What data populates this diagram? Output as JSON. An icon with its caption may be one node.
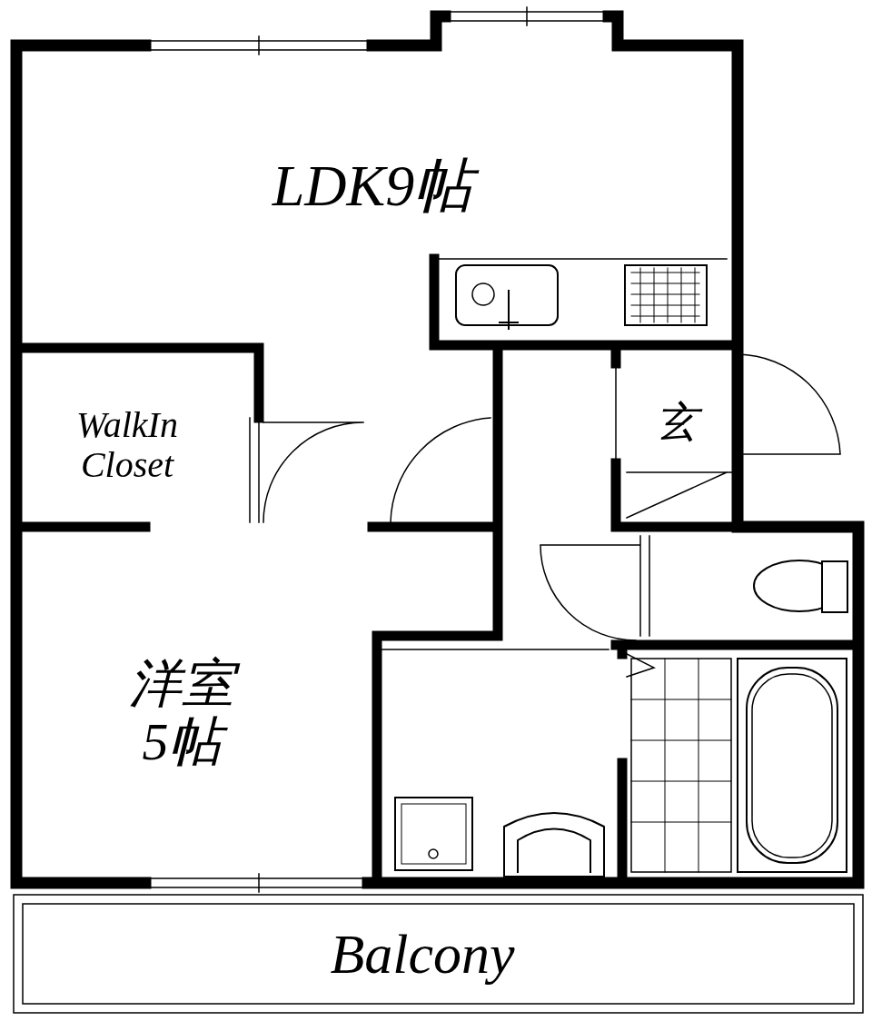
{
  "diagram": {
    "nodes": [
      {
        "text": [
          "LDK9帖"
        ]
      },
      {
        "text": [
          "WalkIn Closet"
        ]
      },
      {
        "text": [
          "玄"
        ]
      },
      {
        "text": [
          "洋室5帖"
        ]
      },
      {
        "text": [
          "Balcony"
        ]
      }
    ]
  }
}
